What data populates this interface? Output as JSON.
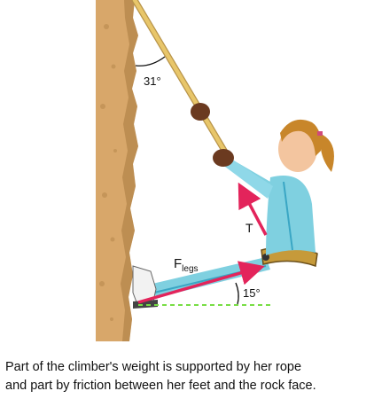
{
  "figure": {
    "rope_angle_label": "31°",
    "tension_label": "T",
    "legs_force_main": "F",
    "legs_force_sub": "legs",
    "legs_angle_label": "15°",
    "colors": {
      "rock": "#d8a76a",
      "rock_shadow": "#a87a3e",
      "rope": "#e8c66a",
      "force_arrow": "#e3245b",
      "suit": "#7fd0e0",
      "suit_dark": "#3aa6c4",
      "horizontal_reference": "#77dd44"
    }
  },
  "caption": {
    "line1": "Part of the climber's weight is supported by her rope",
    "line2": "and part by friction between her feet and the rock face."
  }
}
